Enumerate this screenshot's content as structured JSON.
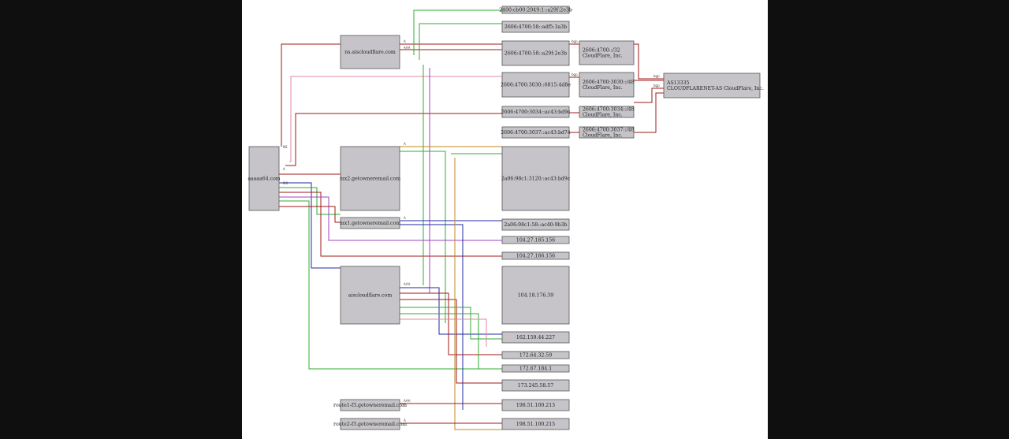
{
  "diagram": {
    "domain_node": "aaaaa64.com",
    "nameservers": [
      "ns.aiscloudflare.com",
      "mx2.getowneremail.com",
      "mx1.getowneremail.com",
      "aiscloudflare.com",
      "route1-f3.getowneremail.com",
      "route2-f3.getowneremail.com"
    ],
    "addresses": [
      "2400:cb00:2049:1::a29f:2e3b",
      "2606:4700:58::adf5:3a3b",
      "2606:4700:58::a29f:2e3b",
      "2606:4700:3030::6815:4d8e",
      "2606:4700:3034::ac43:bd9c",
      "2606:4700:3037::ac43:bd74",
      "2a06:98c1:3120::ac43:bd9c",
      "2a06:98c1:58::ac40:9b3b",
      "104.27.185.156",
      "104.27.186.156",
      "104.18.176.39",
      "162.159.44.227",
      "172.64.32.59",
      "172.67.184.1",
      "173.245.58.57",
      "198.51.100.213",
      "198.51.100.215"
    ],
    "org_nodes": [
      "2606:4700::/32\nCloudFlare, Inc.",
      "2606:4700:3030::/48\nCloudFlare, Inc.",
      "2606:4700:3034::/48\nCloudFlare, Inc.",
      "2606:4700:3037::/48\nCloudFlare, Inc."
    ],
    "asn_node": "AS13335\nCLOUDFLARENET-AS CloudFlare, Inc."
  },
  "colors": {
    "red": "#a01818",
    "green": "#2fae2f",
    "blue": "#1f2aa0",
    "orange": "#c08a20",
    "purple": "#a040c0",
    "pink": "#e08aa0"
  }
}
